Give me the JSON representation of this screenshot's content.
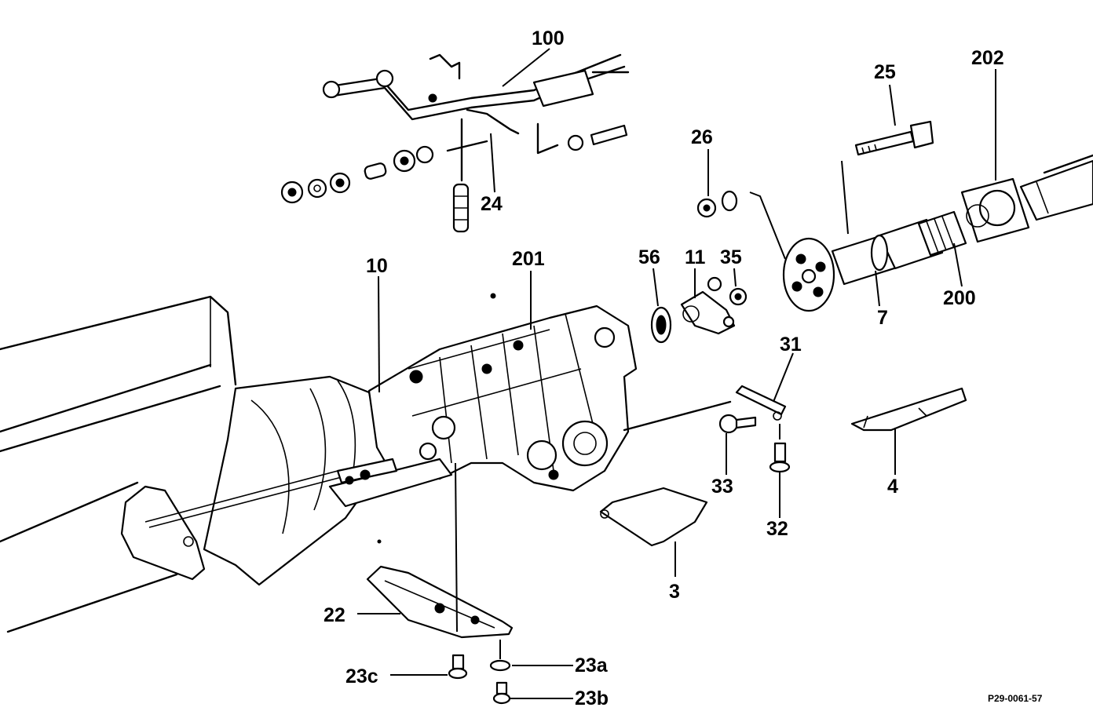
{
  "labels": {
    "l100": "100",
    "l24": "24",
    "l25": "25",
    "l26": "26",
    "l202": "202",
    "l10": "10",
    "l201": "201",
    "l56": "56",
    "l11": "11",
    "l35": "35",
    "l7": "7",
    "l200": "200",
    "l31": "31",
    "l33": "33",
    "l32": "32",
    "l4": "4",
    "l3": "3",
    "l22": "22",
    "l23c": "23c",
    "l23a": "23a",
    "l23b": "23b"
  },
  "code": "P29-0061-57",
  "icons": {
    "transmission": "transmission-assembly-icon",
    "shaft": "propeller-shaft-icon"
  }
}
